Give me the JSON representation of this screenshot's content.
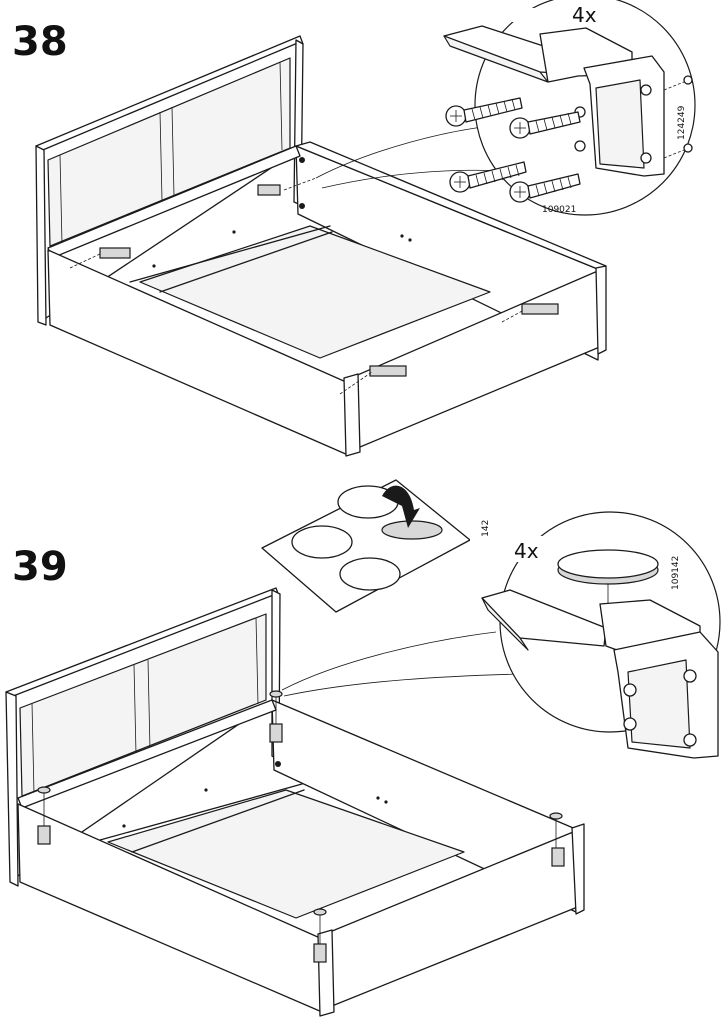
{
  "steps": [
    {
      "number": "38",
      "detail": {
        "quantity": "4x",
        "bracket_part": "124249",
        "screw_part": "109021"
      }
    },
    {
      "number": "39",
      "pads_part": "109142",
      "detail": {
        "quantity": "4x",
        "pad_part": "109142"
      }
    }
  ]
}
